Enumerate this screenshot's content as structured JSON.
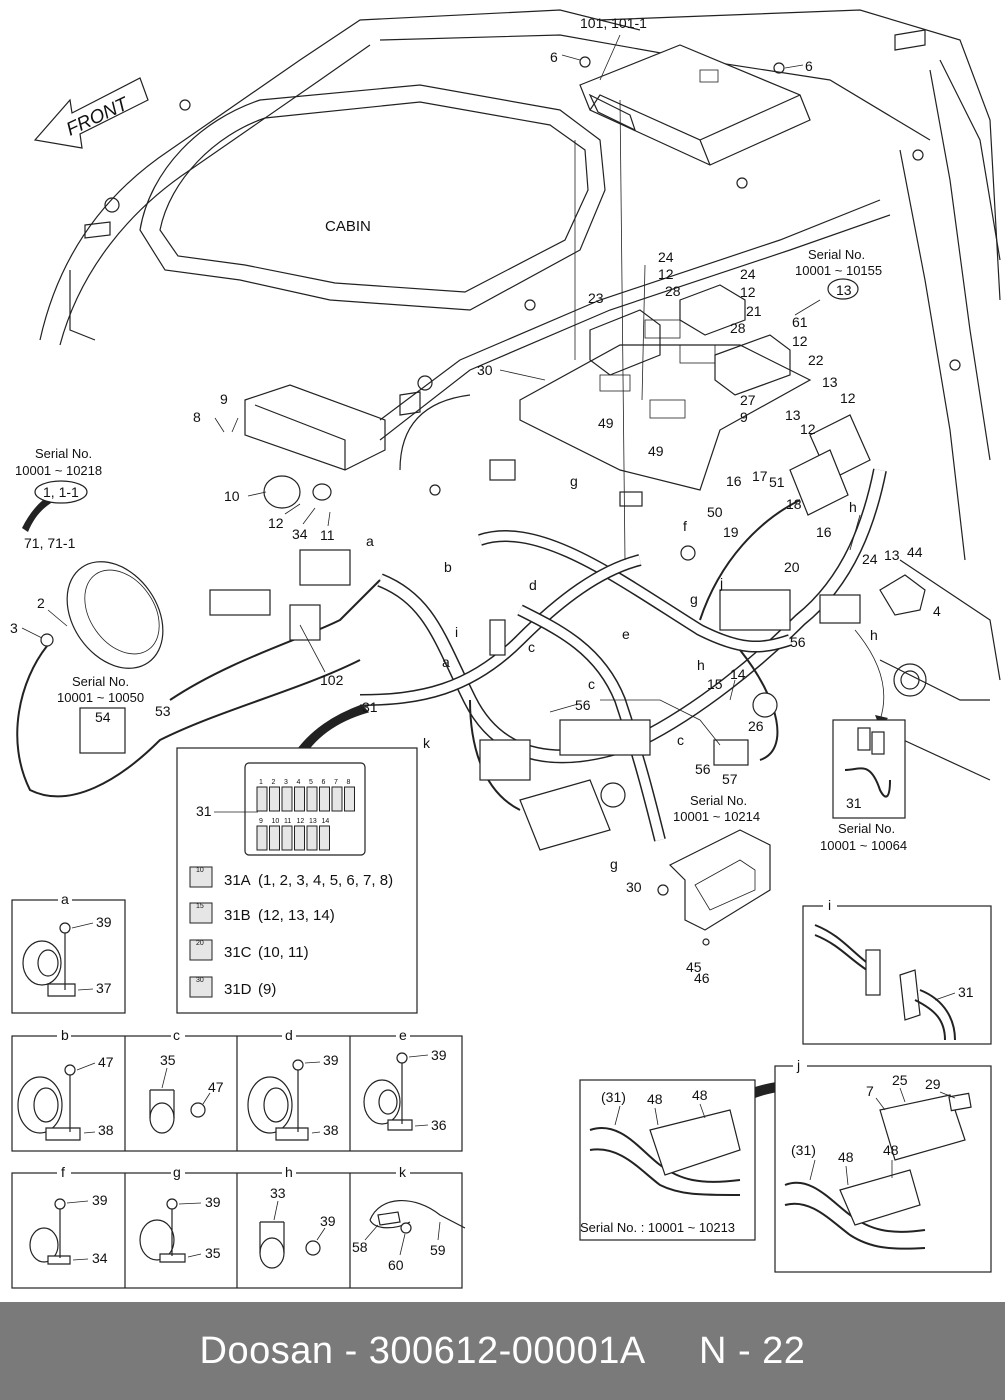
{
  "diagram": {
    "front_label": "FRONT",
    "cabin_label": "CABIN",
    "serial_10155": [
      "Serial No.",
      "10001 ~ 10155"
    ],
    "serial_10218": [
      "Serial No.",
      "10001 ~ 10218"
    ],
    "serial_10050": [
      "Serial No.",
      "10001 ~ 10050"
    ],
    "serial_10214": [
      "Serial No.",
      "10001 ~ 10214"
    ],
    "serial_10064": [
      "Serial No.",
      "10001 ~ 10064"
    ],
    "serial_10213": "Serial No. : 10001 ~ 10213",
    "circled": {
      "c13": "13",
      "c11": "1, 1-1"
    },
    "parts": {
      "p101": "101, 101-1",
      "p6a": "6",
      "p6b": "6",
      "p24a": "24",
      "p12a": "12",
      "p24b": "24",
      "p12b": "12",
      "p23": "23",
      "p28a": "28",
      "p21": "21",
      "p28b": "28",
      "p61": "61",
      "p12c": "12",
      "p22": "22",
      "p30a": "30",
      "p49a": "49",
      "p27": "27",
      "p9a": "9",
      "p49b": "49",
      "p13a": "13",
      "p12d": "12",
      "p13b": "13",
      "p12e": "12",
      "p8": "8",
      "p9b": "9",
      "p10": "10",
      "p12f": "12",
      "p34a": "34",
      "p11": "11",
      "p71": "71, 71-1",
      "p2": "2",
      "p3": "3",
      "p54": "54",
      "p53": "53",
      "p102": "102",
      "p31a": "31",
      "p16a": "16",
      "p17": "17",
      "p51": "51",
      "p18": "18",
      "p50": "50",
      "p19": "19",
      "p16b": "16",
      "p20": "20",
      "p24c": "24",
      "p13c": "13",
      "p44": "44",
      "p4": "4",
      "p56a": "56",
      "p15": "15",
      "p14": "14",
      "p26": "26",
      "p56b": "56",
      "p56c": "56",
      "p57": "57",
      "p30b": "30",
      "p45": "45",
      "p46": "46",
      "p31b": "31"
    },
    "letters": {
      "la1": "a",
      "lb": "b",
      "lg1": "g",
      "ld": "d",
      "lf": "f",
      "lh1": "h",
      "li": "i",
      "lc1": "c",
      "la2": "a",
      "le": "e",
      "lg2": "g",
      "lj": "j",
      "lh2": "h",
      "lh3": "h",
      "lc2": "c",
      "lk": "k",
      "lc3": "c",
      "lg3": "g"
    },
    "fuse_panel": {
      "label": "31",
      "top_numbers": [
        "1",
        "2",
        "3",
        "4",
        "5",
        "6",
        "7",
        "8"
      ],
      "bottom_numbers": [
        "9",
        "10",
        "11",
        "12",
        "13",
        "14"
      ],
      "fuses": [
        {
          "code": "31A",
          "desc": "(1, 2, 3, 4, 5, 6, 7, 8)",
          "rating": "10"
        },
        {
          "code": "31B",
          "desc": "(12, 13, 14)",
          "rating": "15"
        },
        {
          "code": "31C",
          "desc": "(10, 11)",
          "rating": "20"
        },
        {
          "code": "31D",
          "desc": "(9)",
          "rating": "30"
        }
      ]
    },
    "details": {
      "a": {
        "title": "a",
        "bolt": "39",
        "clamp": "37"
      },
      "b": {
        "title": "b",
        "bolt": "47",
        "clamp": "38"
      },
      "c": {
        "title": "c",
        "bolt": "47",
        "clamp": "35"
      },
      "d": {
        "title": "d",
        "bolt": "39",
        "clamp": "38"
      },
      "e": {
        "title": "e",
        "bolt": "39",
        "clamp": "36"
      },
      "f": {
        "title": "f",
        "bolt": "39",
        "clamp": "34"
      },
      "g": {
        "title": "g",
        "bolt": "39",
        "clamp": "35"
      },
      "h": {
        "title": "h",
        "bolt": "39",
        "clamp": "33"
      },
      "k": {
        "title": "k",
        "tie": "59",
        "base": "58",
        "screw": "60"
      },
      "i": {
        "title": "i",
        "harness": "31"
      },
      "j": {
        "title": "j",
        "p7": "7",
        "p25": "25",
        "p29": "29",
        "p48a": "48",
        "p48b": "48",
        "p31": "(31)"
      },
      "serial_box": {
        "p31": "(31)",
        "p48a": "48",
        "p48b": "48"
      }
    }
  },
  "footer": {
    "text": "Doosan - 300612-00001A     N - 22"
  }
}
